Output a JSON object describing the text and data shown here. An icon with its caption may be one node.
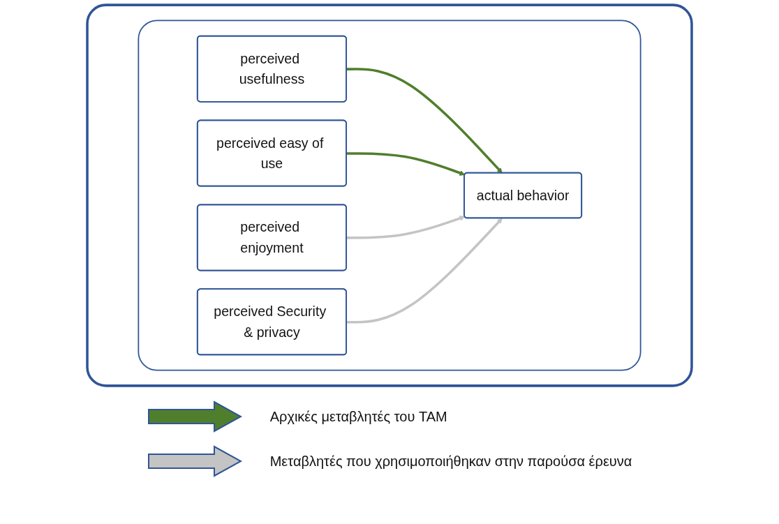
{
  "diagram": {
    "nodes": [
      {
        "text": [],
        "shape": "box"
      },
      {
        "text": [],
        "shape": "box",
        "in": 0
      },
      {
        "text": [
          "perceived usefulness"
        ],
        "in": 1
      },
      {
        "text": [
          "perceived easy of use"
        ],
        "in": 1
      },
      {
        "text": [
          "perceived enjoyment"
        ],
        "in": 1
      },
      {
        "text": [
          "perceived Security & privacy"
        ],
        "in": 1
      },
      {
        "text": [
          "actual behavior"
        ],
        "in": 1
      }
    ],
    "edges": [
      {
        "from": 2,
        "to": 6,
        "arrow": "to",
        "color": "#4f7f2c"
      },
      {
        "from": 3,
        "to": 6,
        "arrow": "to",
        "color": "#4f7f2c"
      },
      {
        "from": 4,
        "to": 6,
        "arrow": "to",
        "color": "#c4c4c4"
      },
      {
        "from": 5,
        "to": 6,
        "arrow": "to",
        "color": "#c4c4c4"
      }
    ],
    "legend": [
      {
        "text": "Αρχικές μεταβλητές του TAM",
        "color": "#4f7f2c"
      },
      {
        "text": "Μεταβλητές που χρησιμοποιήθηκαν στην παρούσα έρευνα",
        "color": "#c4c4c4"
      }
    ]
  }
}
